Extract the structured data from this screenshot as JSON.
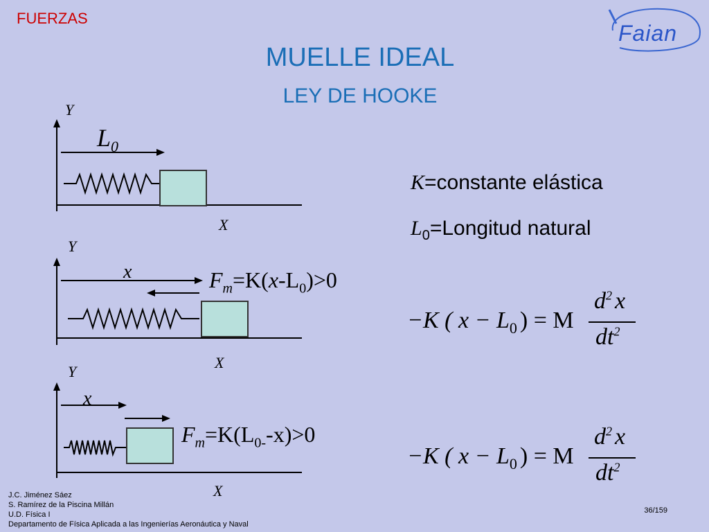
{
  "header": {
    "topic": "FUERZAS",
    "title": "MUELLE IDEAL",
    "subtitle": "LEY DE HOOKE",
    "logo": "Faian"
  },
  "diagrams": {
    "top": {
      "y_label": "Y",
      "x_label": "X",
      "length_label": "L",
      "length_sub": "0"
    },
    "middle": {
      "y_label": "Y",
      "x_label": "X",
      "disp_label": "x",
      "force_main": "F",
      "force_sub": "m",
      "force_eq": "=K(",
      "force_var": "x",
      "force_rest": "-L",
      "force_sub2": "0",
      "force_end": ")>0"
    },
    "bottom": {
      "y_label": "Y",
      "x_label": "X",
      "disp_label": "x",
      "force_main": "F",
      "force_sub": "m",
      "force_eq": "=K(L",
      "force_sub2": "0-",
      "force_rest": "-x)>0"
    }
  },
  "definitions": {
    "k_symbol": "K",
    "k_text": "=constante elástica",
    "l_symbol": "L",
    "l_sub": "0",
    "l_text": "=Longitud natural"
  },
  "equations": {
    "lhs": "−K ( x − L",
    "lhs_sub": "0",
    "rhs": ") = M",
    "num": "d",
    "num_exp": "2",
    "num_var": "x",
    "den": "dt",
    "den_exp": "2"
  },
  "footer": {
    "line1": "J.C. Jiménez Sáez",
    "line2": "S. Ramírez de la Piscina Millán",
    "line3": "U.D. Física I",
    "line4": "Departamento de Física Aplicada a las Ingenierías Aeronáutica y Naval",
    "page": "36/159"
  },
  "colors": {
    "title": "#1a6eb6",
    "topic": "#cc0000",
    "box": "#b8e0dc",
    "background": "#c4c8ea"
  }
}
